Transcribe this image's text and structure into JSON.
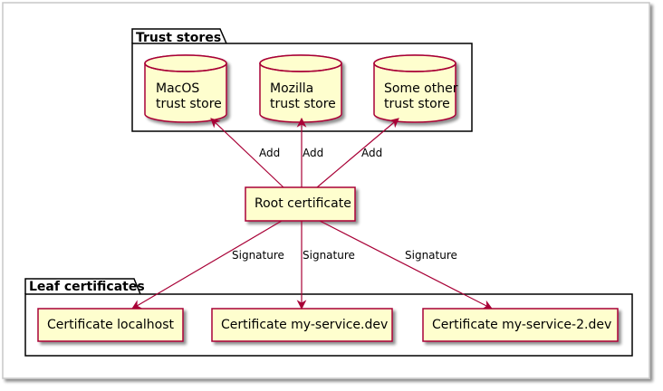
{
  "packages": {
    "trust_stores": {
      "title": "Trust stores"
    },
    "leaf_certificates": {
      "title": "Leaf certificates"
    }
  },
  "stores": [
    {
      "line1": "MacOS",
      "line2": "trust store"
    },
    {
      "line1": "Mozilla",
      "line2": "trust store"
    },
    {
      "line1": "Some other",
      "line2": "trust store"
    }
  ],
  "root": {
    "label": "Root certificate"
  },
  "leaves": [
    {
      "label": "Certificate localhost"
    },
    {
      "label": "Certificate my-service.dev"
    },
    {
      "label": "Certificate my-service-2.dev"
    }
  ],
  "edges": {
    "add": [
      "Add",
      "Add",
      "Add"
    ],
    "signature": [
      "Signature",
      "Signature",
      "Signature"
    ]
  },
  "colors": {
    "node_fill": "#FEFECE",
    "node_border": "#A80036",
    "arrow": "#A80036",
    "package_border": "#000000"
  }
}
